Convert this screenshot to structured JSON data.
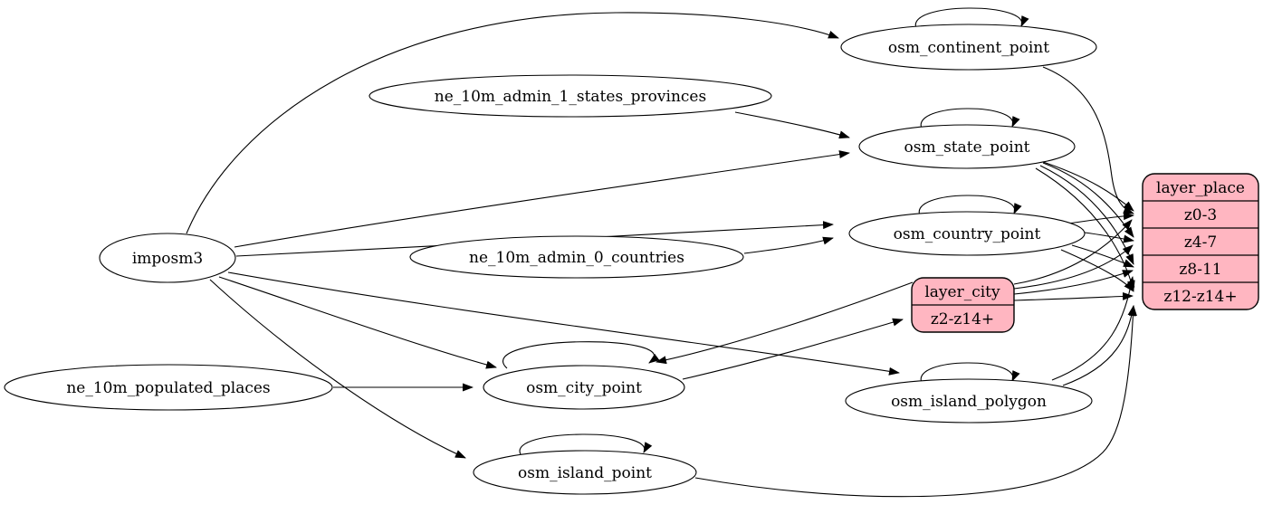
{
  "diagram": {
    "type": "etl-dependency-graph",
    "background": "#ffffff",
    "colors": {
      "node_fill": "#ffffff",
      "record_fill": "#ffb6c1",
      "stroke": "#000000",
      "text": "#000000"
    },
    "nodes": {
      "imposm3": "imposm3",
      "ne_10m_admin_1_states_provinces": "ne_10m_admin_1_states_provinces",
      "ne_10m_admin_0_countries": "ne_10m_admin_0_countries",
      "ne_10m_populated_places": "ne_10m_populated_places",
      "osm_continent_point": "osm_continent_point",
      "osm_state_point": "osm_state_point",
      "osm_country_point": "osm_country_point",
      "osm_city_point": "osm_city_point",
      "osm_island_polygon": "osm_island_polygon",
      "osm_island_point": "osm_island_point"
    },
    "records": {
      "layer_place": {
        "title": "layer_place",
        "rows": [
          "z0-3",
          "z4-7",
          "z8-11",
          "z12-z14+"
        ]
      },
      "layer_city": {
        "title": "layer_city",
        "rows": [
          "z2-z14+"
        ]
      }
    },
    "edges": [
      {
        "from": "imposm3",
        "to": "osm_continent_point"
      },
      {
        "from": "imposm3",
        "to": "osm_state_point"
      },
      {
        "from": "imposm3",
        "to": "osm_country_point"
      },
      {
        "from": "imposm3",
        "to": "osm_city_point"
      },
      {
        "from": "imposm3",
        "to": "osm_island_polygon"
      },
      {
        "from": "imposm3",
        "to": "osm_island_point"
      },
      {
        "from": "ne_10m_admin_1_states_provinces",
        "to": "osm_state_point"
      },
      {
        "from": "ne_10m_admin_0_countries",
        "to": "osm_country_point"
      },
      {
        "from": "ne_10m_populated_places",
        "to": "osm_city_point"
      },
      {
        "from": "osm_continent_point",
        "to": "osm_continent_point"
      },
      {
        "from": "osm_state_point",
        "to": "osm_state_point"
      },
      {
        "from": "osm_country_point",
        "to": "osm_country_point"
      },
      {
        "from": "osm_city_point",
        "to": "osm_city_point"
      },
      {
        "from": "osm_island_polygon",
        "to": "osm_island_polygon"
      },
      {
        "from": "osm_island_point",
        "to": "osm_island_point"
      },
      {
        "from": "osm_continent_point",
        "to": "layer_place",
        "to_port": "z0-3"
      },
      {
        "from": "osm_state_point",
        "to": "layer_place",
        "to_port": "z0-3"
      },
      {
        "from": "osm_state_point",
        "to": "layer_place",
        "to_port": "z4-7"
      },
      {
        "from": "osm_state_point",
        "to": "layer_place",
        "to_port": "z8-11"
      },
      {
        "from": "osm_state_point",
        "to": "layer_place",
        "to_port": "z12-z14+"
      },
      {
        "from": "osm_country_point",
        "to": "layer_place",
        "to_port": "z0-3"
      },
      {
        "from": "osm_country_point",
        "to": "layer_place",
        "to_port": "z4-7"
      },
      {
        "from": "osm_country_point",
        "to": "layer_place",
        "to_port": "z8-11"
      },
      {
        "from": "osm_country_point",
        "to": "layer_place",
        "to_port": "z12-z14+"
      },
      {
        "from": "osm_island_polygon",
        "to": "layer_place",
        "to_port": "z8-11"
      },
      {
        "from": "osm_island_polygon",
        "to": "layer_place",
        "to_port": "z12-z14+"
      },
      {
        "from": "osm_island_point",
        "to": "layer_place",
        "to_port": "z12-z14+"
      },
      {
        "from": "osm_city_point",
        "to": "layer_city",
        "to_port": "z2-z14+"
      },
      {
        "from": "layer_city",
        "to": "osm_city_point"
      },
      {
        "from": "layer_city",
        "to": "layer_place",
        "to_port": "z0-3"
      },
      {
        "from": "layer_city",
        "to": "layer_place",
        "to_port": "z4-7"
      },
      {
        "from": "layer_city",
        "to": "layer_place",
        "to_port": "z8-11"
      },
      {
        "from": "layer_city",
        "to": "layer_place",
        "to_port": "z12-z14+"
      }
    ]
  }
}
